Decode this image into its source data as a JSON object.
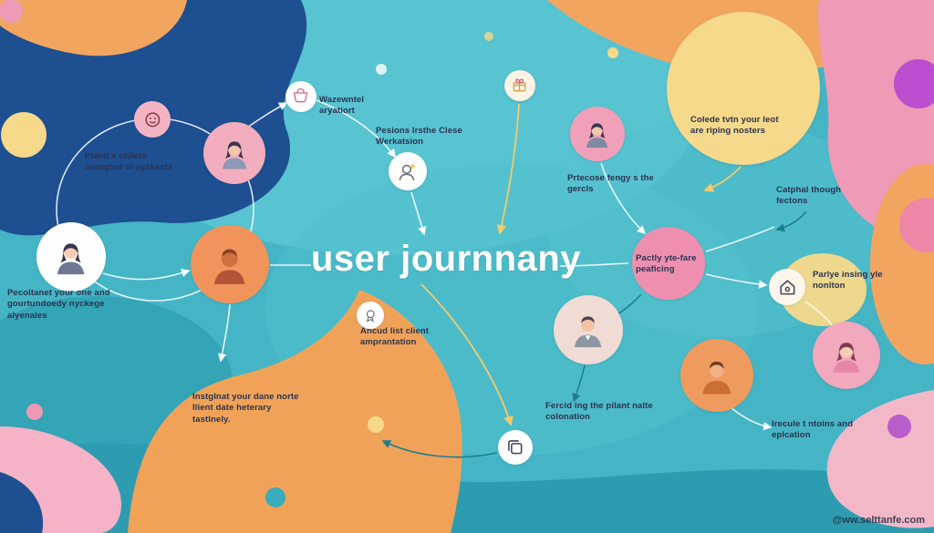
{
  "title": "user journnany",
  "watermark": "@ww.selttanfe.com",
  "labels": {
    "plan": "Pland s chilete aurngted ol ayskects",
    "wazewntel": "Wazewntel aryatiort",
    "pesions": "Pesions Irsthe Clese Werkatsion",
    "pecoltanet": "Pecoltanet your one and gourtundoedy nyckege alyenaies",
    "prtecose": "Prtecose fengy s the gercls",
    "colede": "Colede tvtn your leot are riping nosters",
    "catphal": "Catphal though fectons",
    "pactly": "Pactly yte-fare peaficing",
    "parlye": "Parlye insing yle nonlton",
    "ancud": "Ancud list client amprantation",
    "instglnat": "Instglnat your dane norte llient date heterary tastlnely.",
    "fercid": "Fercid ing the pilant nalte colonation",
    "irecule": "Irecule t ntoins and eplcation"
  },
  "icons": {
    "avatars": [
      "woman-avatar-icon",
      "man-avatar-icon"
    ],
    "small": [
      "face-icon",
      "cart-icon",
      "person-idea-icon",
      "gift-icon",
      "house-icon",
      "copy-icon",
      "badge-icon"
    ]
  },
  "palette": {
    "bg-teal": "#45b5c5",
    "teal-light": "#5cc6d2",
    "teal-dark": "#2e9cb0",
    "blue-dark": "#1d4f91",
    "orange": "#f2a55f",
    "pink": "#ef9ab6",
    "pink-strong": "#ee86a8",
    "yellow": "#f6d98a",
    "purple": "#bb4fd0",
    "ink": "#2b3250"
  }
}
